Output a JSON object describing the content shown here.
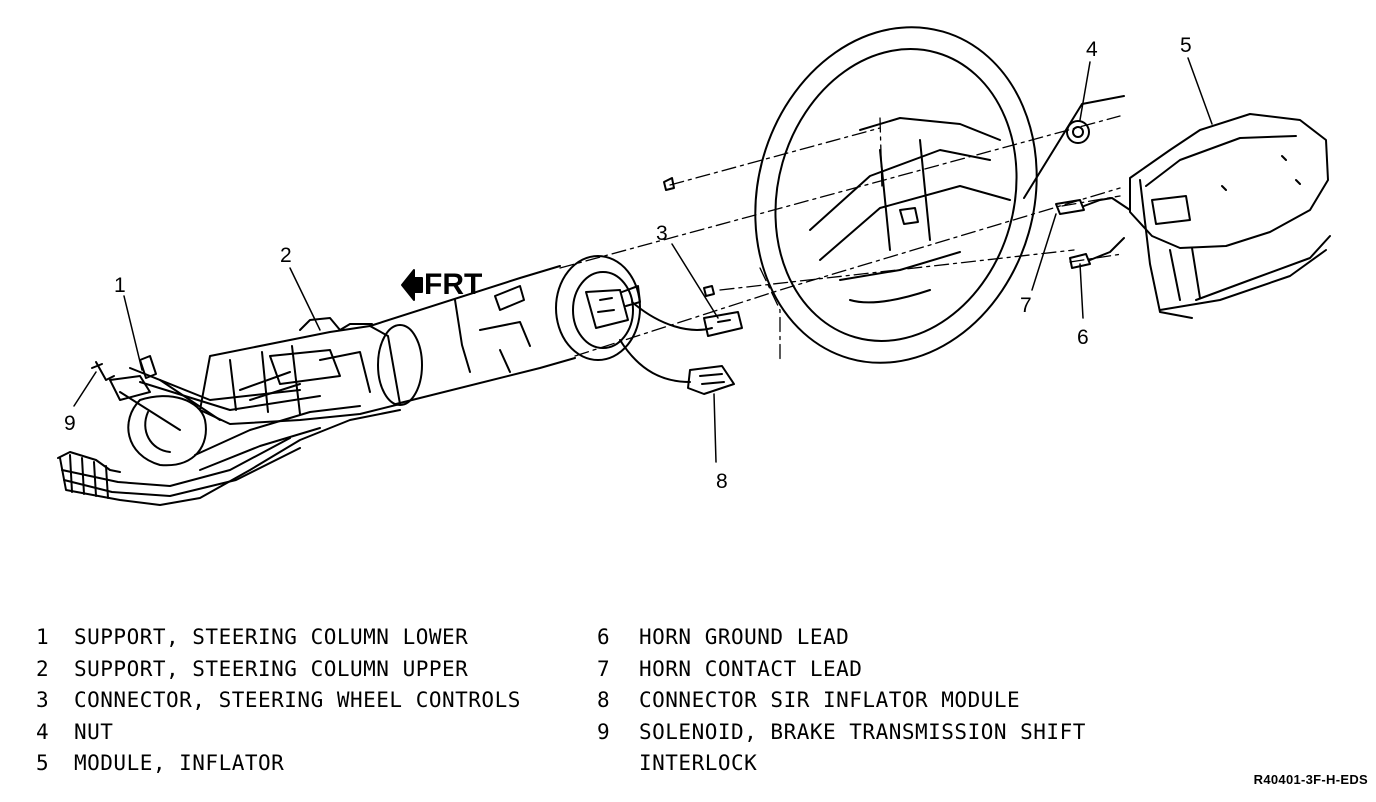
{
  "frt_label": "FRT",
  "callouts": [
    "1",
    "2",
    "3",
    "4",
    "5",
    "6",
    "7",
    "8",
    "9"
  ],
  "legend_left": [
    {
      "num": "1",
      "text": "SUPPORT, STEERING COLUMN LOWER"
    },
    {
      "num": "2",
      "text": "SUPPORT, STEERING COLUMN UPPER"
    },
    {
      "num": "3",
      "text": "CONNECTOR, STEERING WHEEL CONTROLS"
    },
    {
      "num": "4",
      "text": "NUT"
    },
    {
      "num": "5",
      "text": "MODULE, INFLATOR"
    }
  ],
  "legend_right": [
    {
      "num": "6",
      "text": "HORN GROUND LEAD"
    },
    {
      "num": "7",
      "text": "HORN CONTACT LEAD"
    },
    {
      "num": "8",
      "text": "CONNECTOR SIR INFLATOR MODULE"
    },
    {
      "num": "9",
      "text": "SOLENOID, BRAKE TRANSMISSION SHIFT"
    }
  ],
  "legend_right_cont": "INTERLOCK",
  "figure_code": "R40401-3F-H-EDS"
}
